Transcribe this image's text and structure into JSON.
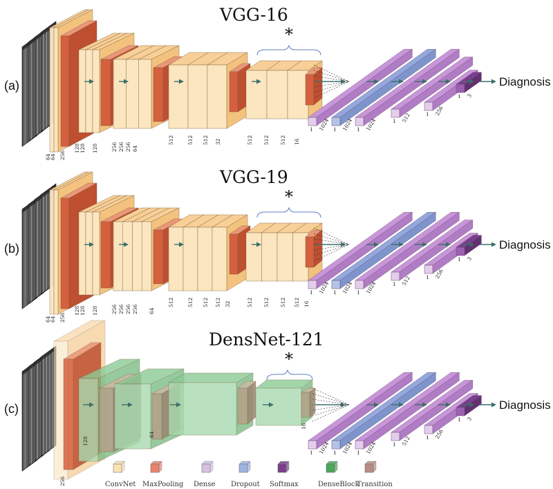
{
  "rows": [
    {
      "label": "(a)",
      "title": "VGG-16",
      "diagnosis": "Diagnosis",
      "star": "*",
      "input_dims": [
        "64",
        "64",
        "256"
      ],
      "stage_dims": [
        [
          "128",
          "128",
          "128"
        ],
        [
          "256",
          "256",
          "256",
          "64"
        ],
        [
          "512",
          "512",
          "512",
          "32"
        ],
        [
          "512",
          "512",
          "512",
          "16"
        ]
      ],
      "dense_dims": [
        [
          "1",
          "1024"
        ],
        [
          "1",
          "1024"
        ],
        [
          "1",
          "1024"
        ],
        [
          "1",
          "512"
        ],
        [
          "1",
          "256"
        ],
        [
          "1",
          "3"
        ]
      ]
    },
    {
      "label": "(b)",
      "title": "VGG-19",
      "diagnosis": "Diagnosis",
      "star": "*",
      "input_dims": [
        "64",
        "64",
        "256"
      ],
      "stage_dims": [
        [
          "128",
          "128",
          "128"
        ],
        [
          "256",
          "256",
          "256",
          "256",
          "64"
        ],
        [
          "512",
          "512",
          "512",
          "512",
          "32"
        ],
        [
          "512",
          "512",
          "512",
          "512",
          "16"
        ]
      ],
      "dense_dims": [
        [
          "1",
          "1024"
        ],
        [
          "1",
          "1024"
        ],
        [
          "1",
          "1024"
        ],
        [
          "1",
          "512"
        ],
        [
          "1",
          "256"
        ],
        [
          "1",
          "3"
        ]
      ]
    },
    {
      "label": "(c)",
      "title": "DensNet-121",
      "diagnosis": "Diagnosis",
      "star": "*",
      "input_dims": [
        "256"
      ],
      "stage_dims": [
        [
          "128"
        ],
        [
          "64"
        ],
        [],
        [
          "16"
        ]
      ],
      "dense_dims": [
        [
          "1",
          "1024"
        ],
        [
          "1",
          "1024"
        ],
        [
          "1",
          "1024"
        ],
        [
          "1",
          "512"
        ],
        [
          "1",
          "256"
        ],
        [
          "1",
          "3"
        ]
      ]
    }
  ],
  "legend": [
    {
      "label": "ConvNet",
      "color": "#f9e2b4"
    },
    {
      "label": "MaxPooling",
      "color": "#e8836b"
    },
    {
      "label": "Dense",
      "color": "#d8c0e2"
    },
    {
      "label": "Dropout",
      "color": "#9fb4e0"
    },
    {
      "label": "Softmax",
      "color": "#7a3f8c"
    },
    {
      "label": "DenseBlock",
      "color": "#4aa65a"
    },
    {
      "label": "Transition",
      "color": "#b88e84"
    }
  ]
}
